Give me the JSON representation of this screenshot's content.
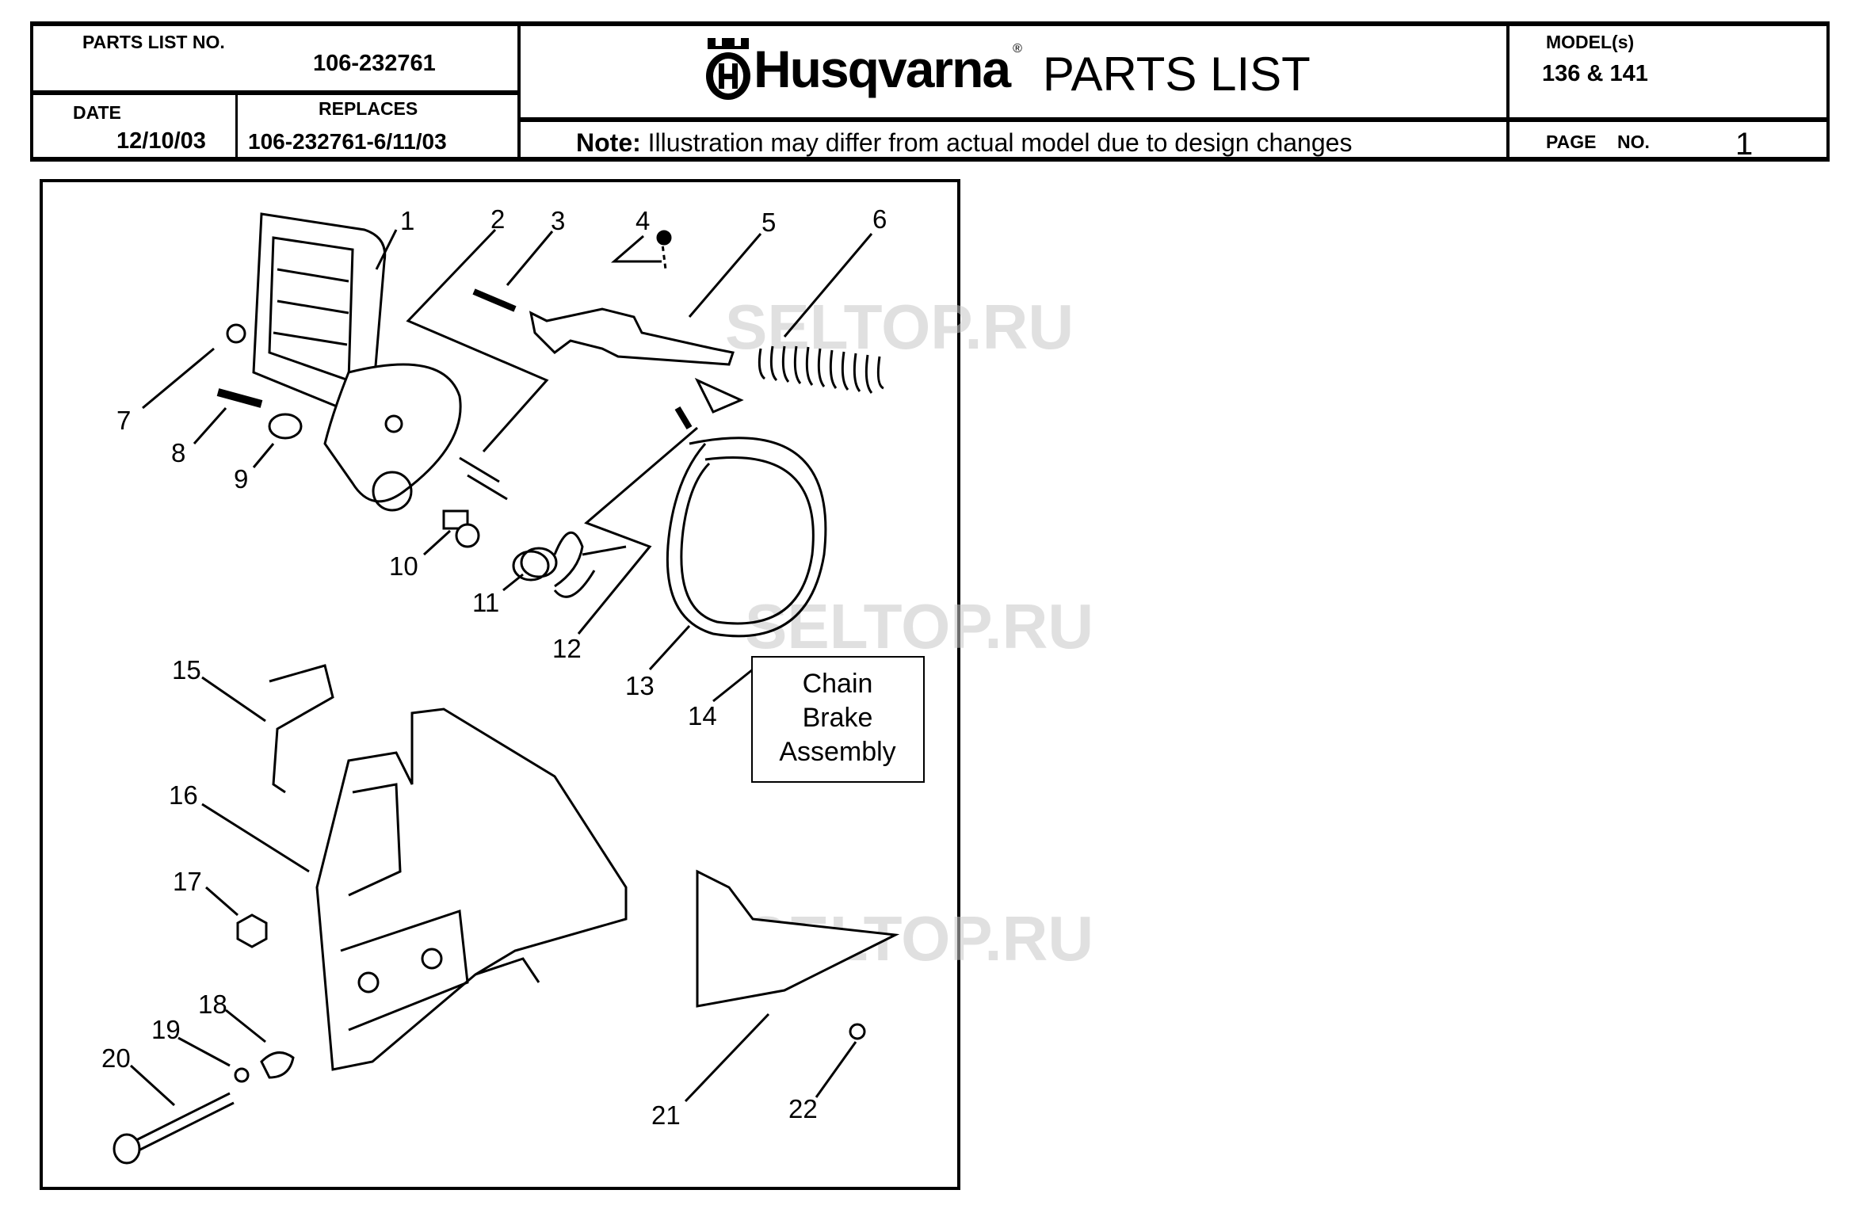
{
  "header": {
    "parts_list_no_label": "PARTS LIST NO.",
    "parts_list_no": "106-232761",
    "date_label": "DATE",
    "date": "12/10/03",
    "replaces_label": "REPLACES",
    "replaces": "106-232761-6/11/03",
    "brand": "Husqvarna",
    "registered": "®",
    "title": "PARTS LIST",
    "note_label": "Note:",
    "note_text": "Illustration may differ from actual model due to design changes",
    "models_label": "MODEL(s)",
    "models": "136 & 141",
    "page_label": "PAGE",
    "no_label": "NO.",
    "page_number": "1"
  },
  "diagram": {
    "callouts": [
      "1",
      "2",
      "3",
      "4",
      "5",
      "6",
      "7",
      "8",
      "9",
      "10",
      "11",
      "12",
      "13",
      "14",
      "15",
      "16",
      "17",
      "18",
      "19",
      "20",
      "21",
      "22"
    ],
    "assembly_label": [
      "Chain",
      "Brake",
      "Assembly"
    ],
    "watermark": "SELTOP.RU"
  }
}
